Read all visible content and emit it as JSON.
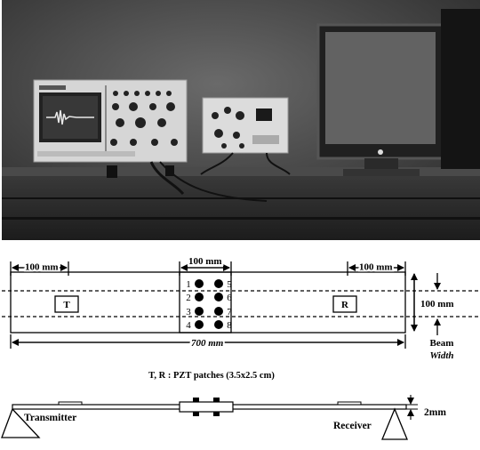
{
  "plan_view": {
    "dim_left": "100 mm",
    "dim_center": "100 mm",
    "dim_right": "100 mm",
    "dim_total": "700 mm",
    "dim_width": "100 mm",
    "beam_label_line1": "Beam",
    "beam_label_line2": "Width",
    "transmitter_patch": "T",
    "receiver_patch": "R",
    "hole_numbers": [
      "1",
      "2",
      "3",
      "4",
      "5",
      "6",
      "7",
      "8"
    ]
  },
  "caption": "T, R : PZT patches (3.5x2.5 cm)",
  "side_view": {
    "transmitter_label": "Transmitter",
    "receiver_label": "Receiver",
    "thickness_label": "2mm"
  }
}
